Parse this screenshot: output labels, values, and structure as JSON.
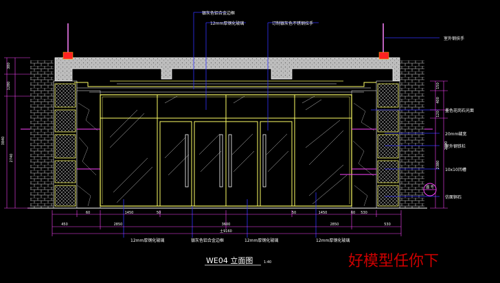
{
  "annotations": {
    "top1": "银灰色铝合金边框",
    "top2": "12mm厚钢化玻璃",
    "top3": "订制银灰色不锈钢拉手",
    "right1": "室外钢扶手",
    "right2": "墨色花岗石光面",
    "right3": "20mm缝宽",
    "right4": "室外钢铁栏",
    "right5": "10x10凹槽",
    "right6": "仿面铜石",
    "bottom1": "12mm厚钢化玻璃",
    "bottom2": "银灰色铝合金边框",
    "bottom3": "12mm厚钢化玻璃",
    "bottom4": "12mm厚钢化玻璃"
  },
  "dimensions": {
    "left_a": "380",
    "left_b": "1280",
    "left_c": "3840",
    "left_d": "2740",
    "right_a": "150",
    "right_b": "400",
    "right_c": "120",
    "right_d": "2890",
    "right_e": "2380",
    "bot_1": "450",
    "bot_2": "60",
    "bot_3": "1450",
    "bot_4": "50",
    "bot_5": "2850",
    "bot_6": "3600",
    "bot_7": "50",
    "bot_8": "1450",
    "bot_9": "60",
    "bot_10": "2850",
    "bot_11": "530",
    "bot_12": "530",
    "bot_total": "土9160"
  },
  "marker": "图 号",
  "title": "WE04 立面图",
  "scale": "1:40",
  "watermark": "好模型任你下",
  "colors": {
    "background": "#000000",
    "door_frame": "#ffff66",
    "leader": "#3333ff",
    "accent": "#ff44ff",
    "wall": "#ffffff",
    "watermark": "#cc0000"
  }
}
